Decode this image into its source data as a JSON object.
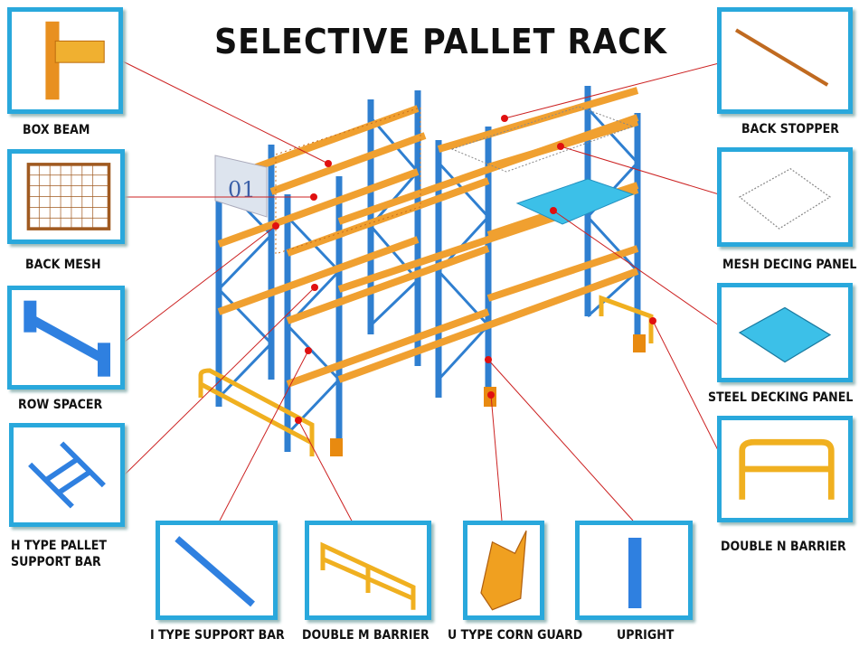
{
  "title": "SELECTIVE PALLET RACK",
  "sign_number": "01",
  "components": {
    "box_beam": "BOX BEAM",
    "back_mesh": "BACK MESH",
    "row_spacer": "ROW SPACER",
    "h_type": "H TYPE PALLET SUPPORT BAR",
    "h_type_line1": "H TYPE PALLET",
    "h_type_line2": "SUPPORT BAR",
    "i_type": "I TYPE SUPPORT BAR",
    "double_m": "DOUBLE M BARRIER",
    "u_type": "U TYPE CORN GUARD",
    "upright": "UPRIGHT",
    "back_stopper": "BACK STOPPER",
    "mesh_decking": "MESH DECING PANEL",
    "steel_decking": "STEEL DECKING PANEL",
    "double_n": "DOUBLE N BARRIER"
  },
  "colors": {
    "frame": "#29a8dc",
    "upright": "#2f7fd0",
    "beam": "#f0a030",
    "leader": "#cc2222"
  }
}
